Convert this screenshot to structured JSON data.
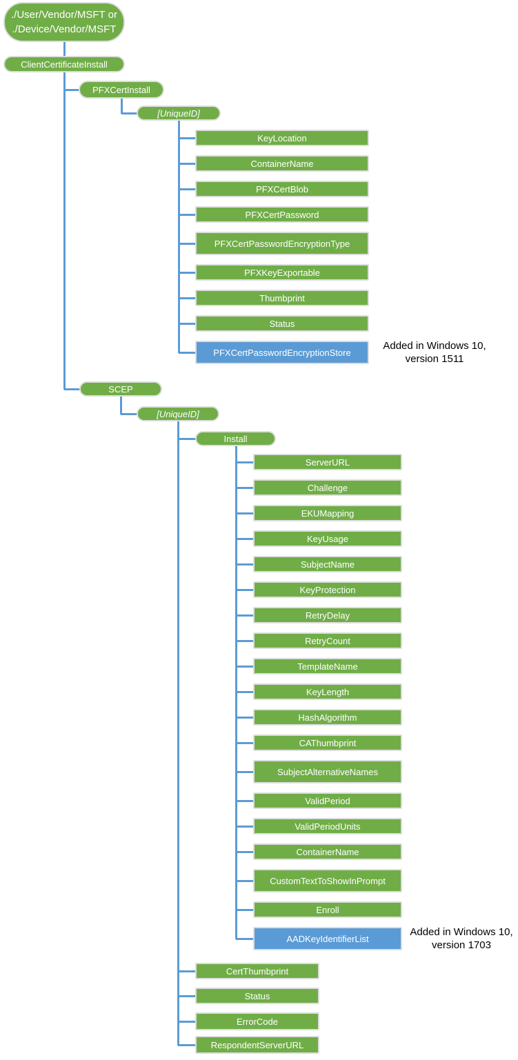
{
  "colors": {
    "node_green": "#70AD47",
    "node_blue": "#5B9BD5",
    "connector_blue": "#5B9BD5",
    "node_border": "#dddddd",
    "annotation_text": "#000000",
    "node_text": "#ffffff"
  },
  "nodes": [
    {
      "id": "root",
      "label": "./User/Vendor/MSFT or ./Device/Vendor/MSFT",
      "shape": "stadium",
      "color": "green"
    },
    {
      "id": "cci",
      "label": "ClientCertificateInstall",
      "shape": "pill",
      "color": "green"
    },
    {
      "id": "pfx",
      "label": "PFXCertInstall",
      "shape": "pill",
      "color": "green"
    },
    {
      "id": "uid1",
      "label": "[UniqueID]",
      "shape": "pill",
      "color": "green",
      "italic": true
    },
    {
      "id": "keyloc",
      "label": "KeyLocation",
      "shape": "rect",
      "color": "green"
    },
    {
      "id": "cname1",
      "label": "ContainerName",
      "shape": "rect",
      "color": "green"
    },
    {
      "id": "blob",
      "label": "PFXCertBlob",
      "shape": "rect",
      "color": "green"
    },
    {
      "id": "pwd",
      "label": "PFXCertPassword",
      "shape": "rect",
      "color": "green"
    },
    {
      "id": "pwdtype",
      "label": "PFXCertPasswordEncryptionType",
      "shape": "rect",
      "color": "green"
    },
    {
      "id": "exportable",
      "label": "PFXKeyExportable",
      "shape": "rect",
      "color": "green"
    },
    {
      "id": "thumb",
      "label": "Thumbprint",
      "shape": "rect",
      "color": "green"
    },
    {
      "id": "status1",
      "label": "Status",
      "shape": "rect",
      "color": "green"
    },
    {
      "id": "store",
      "label": "PFXCertPasswordEncryptionStore",
      "shape": "rect",
      "color": "blue",
      "annotation": "Added in Windows 10, version 1511"
    },
    {
      "id": "scep",
      "label": "SCEP",
      "shape": "pill",
      "color": "green"
    },
    {
      "id": "uid2",
      "label": "[UniqueID]",
      "shape": "pill",
      "color": "green",
      "italic": true
    },
    {
      "id": "install",
      "label": "Install",
      "shape": "pill",
      "color": "green"
    },
    {
      "id": "serverurl",
      "label": "ServerURL",
      "shape": "rect",
      "color": "green"
    },
    {
      "id": "challenge",
      "label": "Challenge",
      "shape": "rect",
      "color": "green"
    },
    {
      "id": "eku",
      "label": "EKUMapping",
      "shape": "rect",
      "color": "green"
    },
    {
      "id": "keyusage",
      "label": "KeyUsage",
      "shape": "rect",
      "color": "green"
    },
    {
      "id": "subjname",
      "label": "SubjectName",
      "shape": "rect",
      "color": "green"
    },
    {
      "id": "keyprot",
      "label": "KeyProtection",
      "shape": "rect",
      "color": "green"
    },
    {
      "id": "retrydelay",
      "label": "RetryDelay",
      "shape": "rect",
      "color": "green"
    },
    {
      "id": "retrycount",
      "label": "RetryCount",
      "shape": "rect",
      "color": "green"
    },
    {
      "id": "template",
      "label": "TemplateName",
      "shape": "rect",
      "color": "green"
    },
    {
      "id": "keylength",
      "label": "KeyLength",
      "shape": "rect",
      "color": "green"
    },
    {
      "id": "hash",
      "label": "HashAlgorithm",
      "shape": "rect",
      "color": "green"
    },
    {
      "id": "cathumb",
      "label": "CAThumbprint",
      "shape": "rect",
      "color": "green"
    },
    {
      "id": "san",
      "label": "SubjectAlternativeNames",
      "shape": "rect",
      "color": "green"
    },
    {
      "id": "validperiod",
      "label": "ValidPeriod",
      "shape": "rect",
      "color": "green"
    },
    {
      "id": "vpunits",
      "label": "ValidPeriodUnits",
      "shape": "rect",
      "color": "green"
    },
    {
      "id": "cname2",
      "label": "ContainerName",
      "shape": "rect",
      "color": "green"
    },
    {
      "id": "customtext",
      "label": "CustomTextToShowInPrompt",
      "shape": "rect",
      "color": "green"
    },
    {
      "id": "enroll",
      "label": "Enroll",
      "shape": "rect",
      "color": "green"
    },
    {
      "id": "aadkey",
      "label": "AADKeyIdentifierList",
      "shape": "rect",
      "color": "blue",
      "annotation": "Added in Windows 10, version 1703"
    },
    {
      "id": "certthumb",
      "label": "CertThumbprint",
      "shape": "rect",
      "color": "green"
    },
    {
      "id": "status2",
      "label": "Status",
      "shape": "rect",
      "color": "green"
    },
    {
      "id": "errorcode",
      "label": "ErrorCode",
      "shape": "rect",
      "color": "green"
    },
    {
      "id": "respondent",
      "label": "RespondentServerURL",
      "shape": "rect",
      "color": "green"
    }
  ]
}
